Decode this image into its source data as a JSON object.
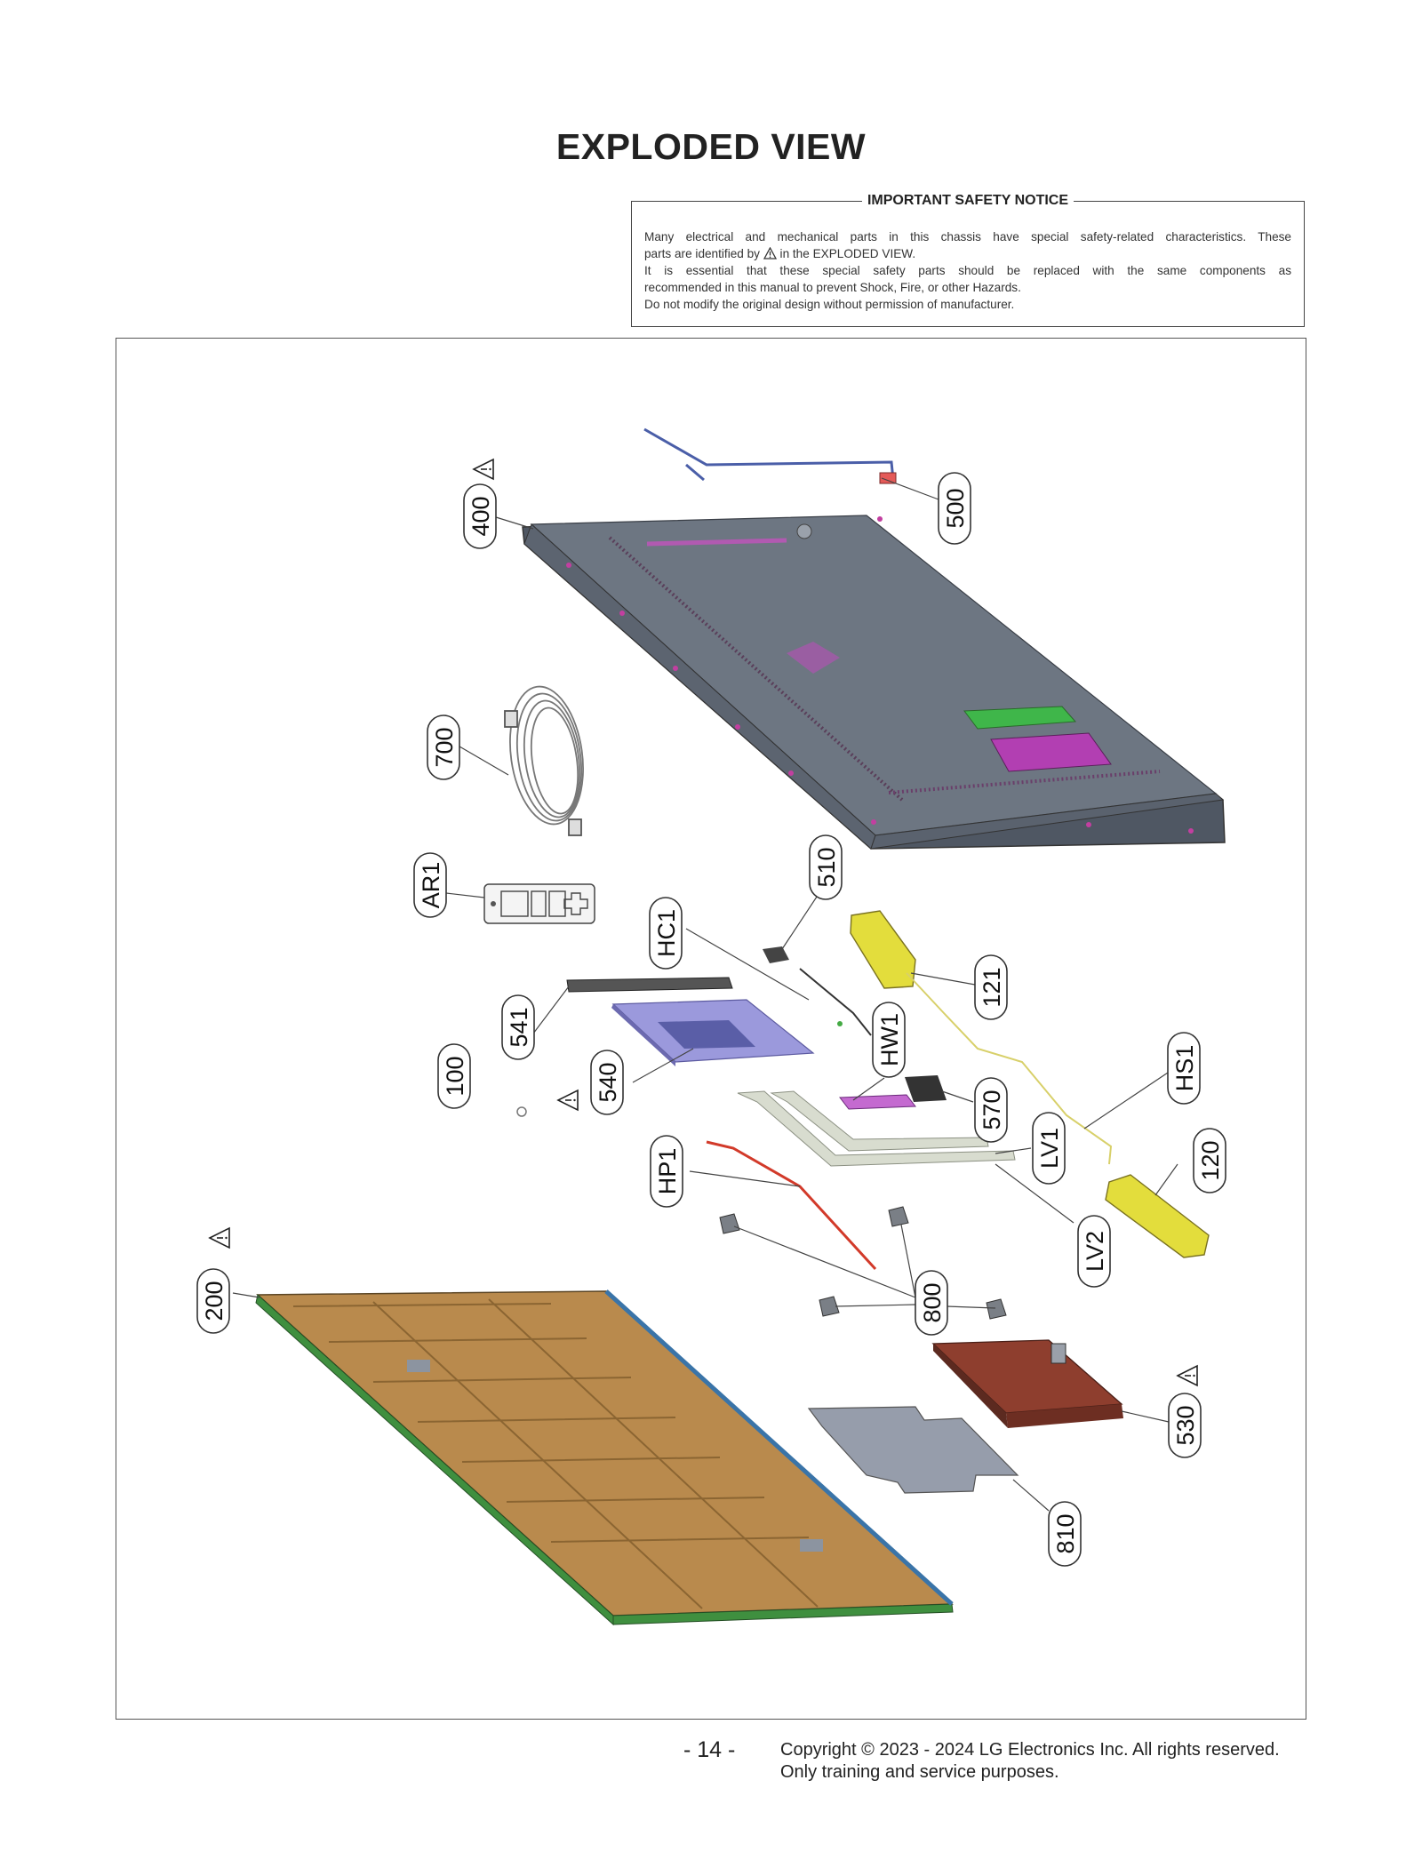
{
  "page_title": "EXPLODED VIEW",
  "notice": {
    "title": "IMPORTANT SAFETY NOTICE",
    "line1": "Many electrical and mechanical parts in this chassis have special safety-related characteristics. These",
    "line2_before": "parts are identified by",
    "line2_after": "in the EXPLODED VIEW.",
    "line3": "It is essential that these special safety parts should be replaced with the same components as",
    "line4": "recommended in this manual to prevent Shock, Fire, or other Hazards.",
    "line5": "Do not modify the original design without permission of manufacturer."
  },
  "callouts": {
    "c400": "400",
    "c500": "500",
    "c700": "700",
    "cAR1": "AR1",
    "c510": "510",
    "cHC1": "HC1",
    "c121": "121",
    "c541": "541",
    "c100": "100",
    "c540": "540",
    "cHW1": "HW1",
    "c570": "570",
    "cHS1": "HS1",
    "cLV1": "LV1",
    "c120": "120",
    "cHP1": "HP1",
    "cLV2": "LV2",
    "c200": "200",
    "c800": "800",
    "c530": "530",
    "c810": "810"
  },
  "footer": {
    "page_number": "- 14 -",
    "copyright": "Copyright © 2023 - 2024 LG Electronics Inc. All rights reserved.",
    "usage": "Only training and service purposes."
  },
  "colors": {
    "back_cover": "#6b7480",
    "panel": "#b88a4c",
    "panel_edge": "#3f8f3f",
    "speaker": "#e0db3a",
    "main_board": "#8e8cd6",
    "power_board": "#8a3b2c",
    "sheet": "#8f96a3",
    "cable_red": "#d23a2a",
    "flat_cable": "#c9cec3"
  }
}
